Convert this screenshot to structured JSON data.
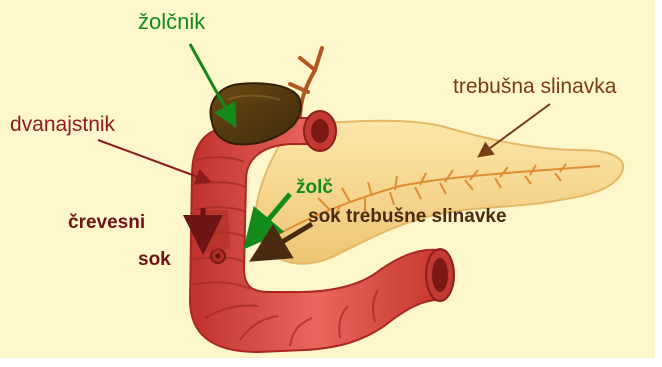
{
  "labels": {
    "gallbladder": "žolčnik",
    "pancreas": "trebušna slinavka",
    "duodenum": "dvanajstnik",
    "bile": "žolč",
    "pancreatic_juice": "sok trebušne slinavke",
    "intestinal_juice_line1": "črevesni",
    "intestinal_juice_line2": "sok"
  },
  "colors": {
    "background": "#fdf7cb",
    "gallbladder_label": "#148a1c",
    "pancreas_label": "#7a3c14",
    "duodenum_label": "#8e1b1b",
    "intestine": "#d9483e",
    "pancreas": "#f6d98a"
  }
}
